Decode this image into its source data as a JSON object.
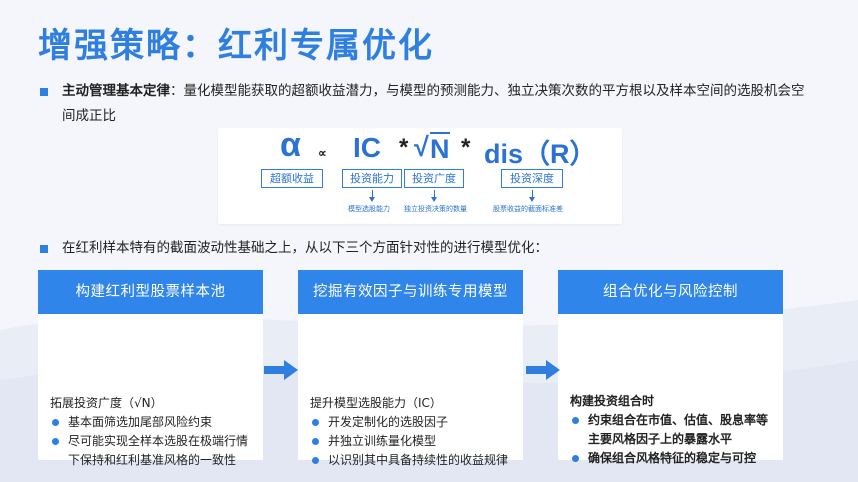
{
  "title": "增强策略：红利专属优化",
  "law": {
    "label": "主动管理基本定律",
    "text": "：量化模型能获取的超额收益潜力，与模型的预测能力、独立决策次数的平方根以及样本空间的选股机会空间成正比"
  },
  "formula": {
    "alpha": "α",
    "prop": "∝",
    "ic": "IC",
    "times1": "*",
    "sqrt_sign": "√",
    "n": "N",
    "times2": "*",
    "dis": "dis（R）",
    "labels": [
      "超额收益",
      "投资能力",
      "投资广度",
      "投资深度"
    ],
    "notes": [
      "模型选股能力",
      "独立投资决策的数量",
      "股票收益的截面标准差"
    ]
  },
  "intro": "在红利样本特有的截面波动性基础之上，从以下三个方面针对性的进行模型优化：",
  "cards": [
    {
      "title": "构建红利型股票样本池",
      "subtitle": "拓展投资广度（√N）",
      "items": [
        "基本面筛选加尾部风险约束",
        "尽可能实现全样本选股在极端行情下保持和红利基准风格的一致性"
      ]
    },
    {
      "title": "挖掘有效因子与训练专用模型",
      "subtitle": "提升模型选股能力（IC）",
      "items": [
        "开发定制化的选股因子",
        "并独立训练量化模型",
        "以识别其中具备持续性的收益规律"
      ]
    },
    {
      "title": "组合优化与风险控制",
      "subtitle": "构建投资组合时",
      "items": [
        "约束组合在市值、估值、股息率等主要风格因子上的暴露水平",
        "确保组合风格特征的稳定与可控"
      ]
    }
  ],
  "colors": {
    "accent": "#2f7fe0",
    "card_header": "#2f85ea",
    "background": "#f4f6fb"
  }
}
